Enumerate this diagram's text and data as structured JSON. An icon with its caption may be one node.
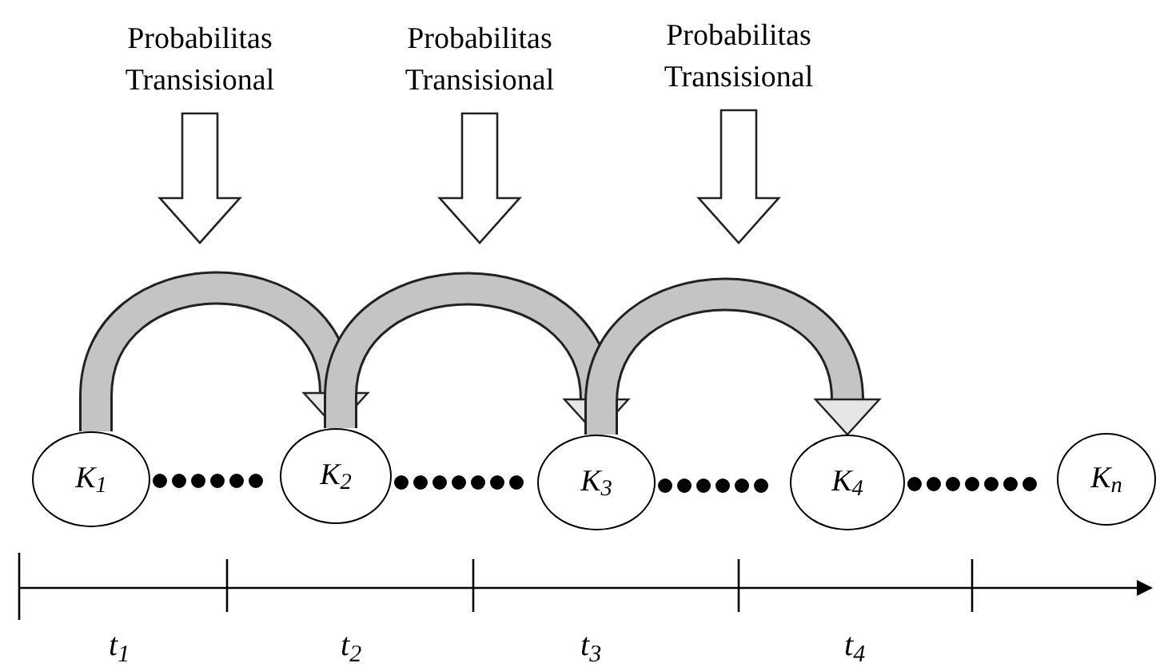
{
  "diagram": {
    "nodes": [
      {
        "text": [
          "Probabilitas Transisional"
        ]
      },
      {
        "text": [
          "Probabilitas Transisional"
        ]
      },
      {
        "text": [
          "Probabilitas Transisional"
        ]
      },
      {
        "text": [
          "K$_{1}$"
        ]
      },
      {
        "text": [
          "K$_{2}$"
        ]
      },
      {
        "text": [
          "K$_{3}$"
        ]
      },
      {
        "text": [
          "K$_{4}$"
        ]
      },
      {
        "text": [
          "K$_{n}$"
        ]
      }
    ],
    "edges": [
      {
        "from": 0,
        "to": null,
        "arrow": "to",
        "style": "thick"
      },
      {
        "from": 1,
        "to": null,
        "arrow": "to",
        "style": "thick"
      },
      {
        "from": 2,
        "to": null,
        "arrow": "to",
        "style": "thick"
      },
      {
        "from": 3,
        "to": 4,
        "arrow": "to",
        "style": "thick"
      },
      {
        "from": 4,
        "to": 5,
        "arrow": "to",
        "style": "thick"
      },
      {
        "from": 5,
        "to": 6,
        "arrow": "to",
        "style": "thick"
      },
      {
        "from": 3,
        "to": 4,
        "arrow": "none",
        "style": "dashed"
      },
      {
        "from": 4,
        "to": 5,
        "arrow": "none",
        "style": "dashed"
      },
      {
        "from": 5,
        "to": 6,
        "arrow": "none",
        "style": "dashed"
      },
      {
        "from": 6,
        "to": 7,
        "arrow": "none",
        "style": "dashed"
      }
    ],
    "labels": [
      "t$_{1}$",
      "t$_{2}$",
      "t$_{3}$",
      "t$_{4}$"
    ]
  }
}
